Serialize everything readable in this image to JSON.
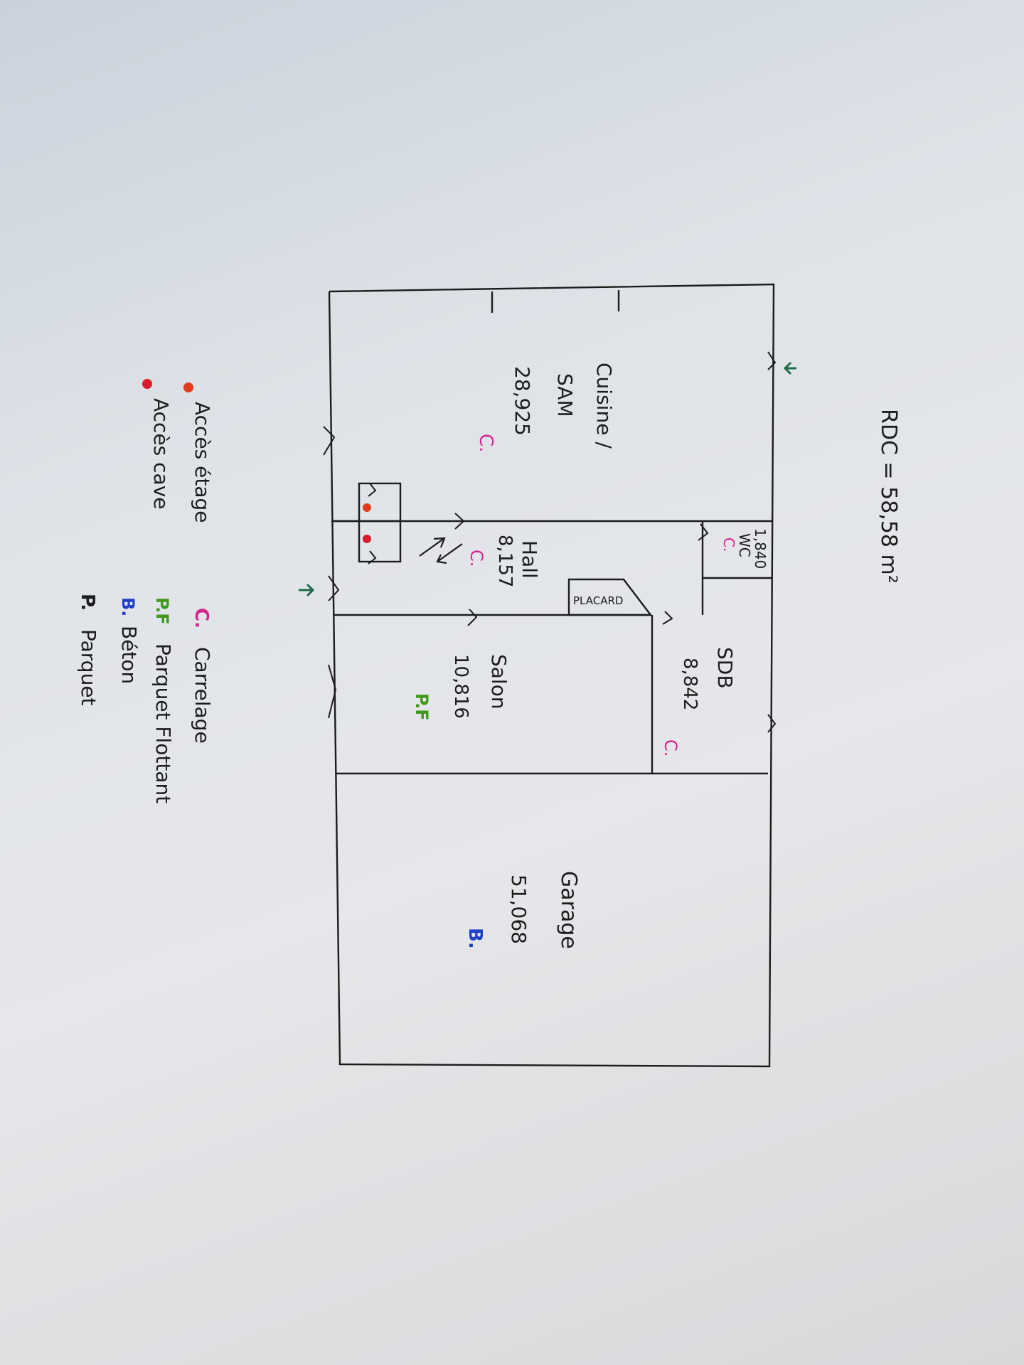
{
  "title": "RDC = 58,58 m²",
  "rooms": {
    "cuisine": {
      "name_1": "Cuisine /",
      "name_2": "SAM",
      "area": "28,925",
      "floor": "C."
    },
    "wc": {
      "area": "1,840",
      "name": "WC",
      "floor": "C."
    },
    "hall": {
      "name": "Hall",
      "area": "8,157",
      "floor": "C."
    },
    "placard": {
      "name": "PLACARD"
    },
    "sdb": {
      "name": "SDB",
      "area": "8,842",
      "floor": "C."
    },
    "salon": {
      "name": "Salon",
      "area": "10,816",
      "floor": "P.F"
    },
    "garage": {
      "name": "Garage",
      "area": "51,068",
      "floor": "B."
    }
  },
  "legend_access": [
    {
      "label": "Accès étage",
      "color": "#e23a1f"
    },
    {
      "label": "Accès cave",
      "color": "#d81e2a"
    }
  ],
  "legend_floors": [
    {
      "code": "C.",
      "label": "Carrelage",
      "color": "#d6248f"
    },
    {
      "code": "P.F",
      "label": "Parquet Flottant",
      "color": "#3f9a1c"
    },
    {
      "code": "B.",
      "label": "Béton",
      "color": "#1f3fc9"
    },
    {
      "code": "P.",
      "label": "Parquet",
      "color": "#1c1c1c"
    }
  ],
  "colors": {
    "ink": "#1c1c1c",
    "arrow": "#1f6b4a",
    "stair_dot": "#e23a1f"
  }
}
